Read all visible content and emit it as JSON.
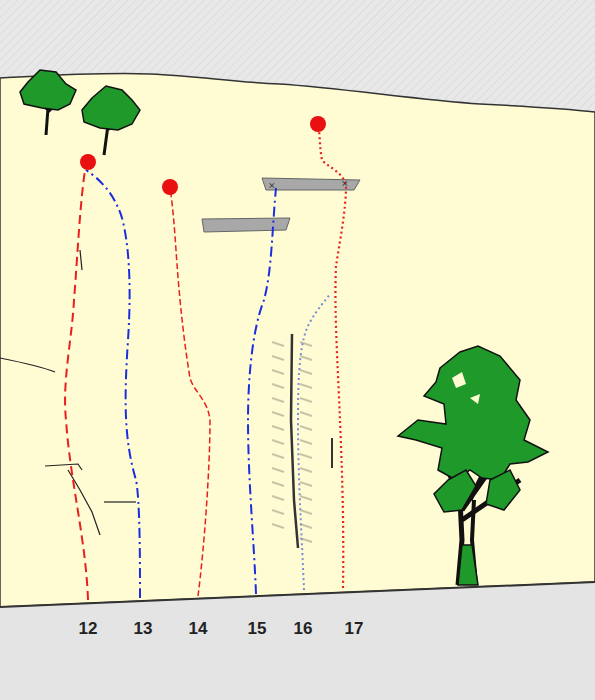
{
  "diagram": {
    "labels": [
      "12",
      "13",
      "14",
      "15",
      "16",
      "17"
    ]
  }
}
